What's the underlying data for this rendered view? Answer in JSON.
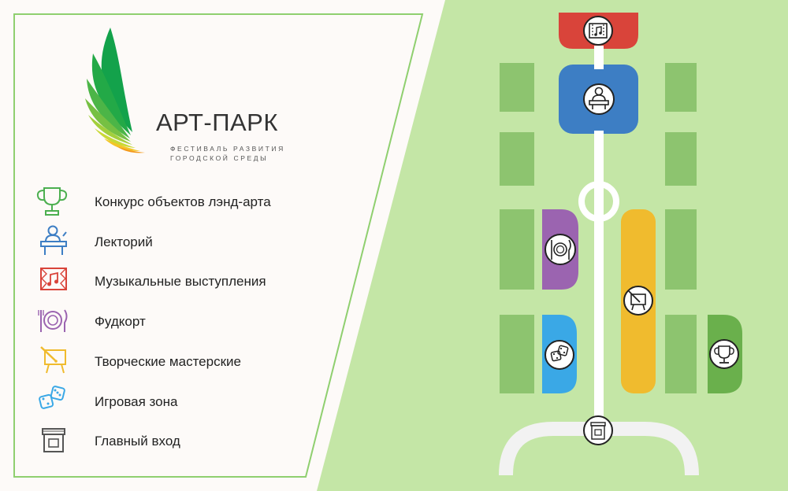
{
  "logo": {
    "title": "АРТ-ПАРК",
    "subtitle_line1": "ФЕСТИВАЛЬ РАЗВИТИЯ",
    "subtitle_line2": "ГОРОДСКОЙ СРЕДЫ"
  },
  "legend": {
    "items": [
      {
        "label": "Конкурс объектов лэнд-арта",
        "icon": "trophy-icon",
        "color": "#4caf50"
      },
      {
        "label": "Лекторий",
        "icon": "lecturer-icon",
        "color": "#3d7ec4"
      },
      {
        "label": "Музыкальные выступления",
        "icon": "music-stage-icon",
        "color": "#d9443a"
      },
      {
        "label": "Фудкорт",
        "icon": "food-court-icon",
        "color": "#9b64b0"
      },
      {
        "label": "Творческие мастерские",
        "icon": "easel-icon",
        "color": "#f0bb2e"
      },
      {
        "label": "Игровая зона",
        "icon": "dice-icon",
        "color": "#3aa8e6"
      },
      {
        "label": "Главный вход",
        "icon": "entrance-icon",
        "color": "#555555"
      }
    ]
  },
  "map": {
    "zones": [
      {
        "name": "music-zone",
        "color": "#d9443a",
        "icon": "music-stage-icon"
      },
      {
        "name": "lecture-zone",
        "color": "#3d7ec4",
        "icon": "lecturer-icon"
      },
      {
        "name": "food-zone",
        "color": "#9b64b0",
        "icon": "food-court-icon"
      },
      {
        "name": "workshop-zone",
        "color": "#f0bb2e",
        "icon": "easel-icon"
      },
      {
        "name": "game-zone",
        "color": "#3aa8e6",
        "icon": "dice-icon"
      },
      {
        "name": "land-art-zone",
        "color": "#6ab04c",
        "icon": "trophy-icon"
      },
      {
        "name": "main-entrance",
        "color": "#ffffff",
        "icon": "entrance-icon"
      }
    ],
    "lawn_color": "#8dc46f",
    "background_color": "#c4e6a6",
    "path_color": "#ffffff"
  }
}
